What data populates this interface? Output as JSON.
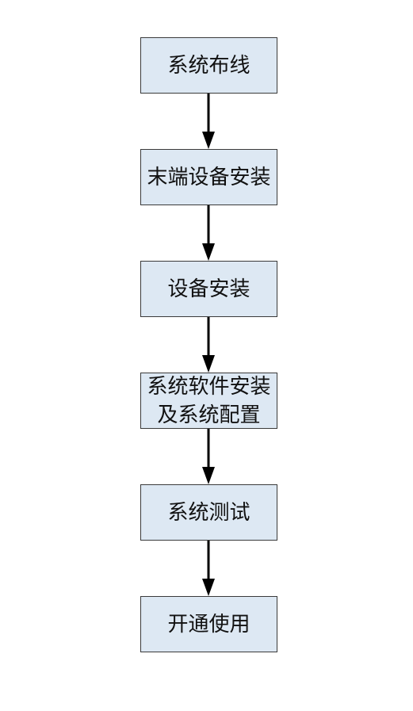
{
  "flowchart": {
    "colors": {
      "box_fill": "#dde8f3",
      "box_border": "#3a3a3a",
      "arrow": "#000000",
      "text": "#111111",
      "background": "#ffffff"
    },
    "steps": [
      {
        "lines": [
          "系统布线"
        ]
      },
      {
        "lines": [
          "末端设备安装"
        ]
      },
      {
        "lines": [
          "设备安装"
        ]
      },
      {
        "lines": [
          "系统软件安装",
          "及系统配置"
        ]
      },
      {
        "lines": [
          "系统测试"
        ]
      },
      {
        "lines": [
          "开通使用"
        ]
      }
    ]
  }
}
